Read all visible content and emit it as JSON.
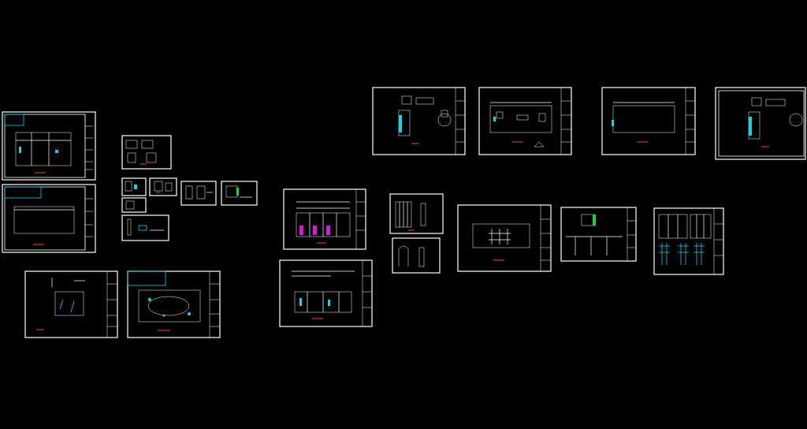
{
  "app": {
    "view": "cad-model-space",
    "background": "#000000"
  },
  "colors": {
    "line": "#ffffff",
    "accent_cyan": "#19d3ea",
    "accent_red": "#ff3b3b",
    "accent_magenta": "#d41cd4",
    "accent_green": "#1fcf3b"
  },
  "sheets": [
    {
      "id": "s1",
      "style": "floorplan",
      "legend": true
    },
    {
      "id": "s2",
      "style": "plan-outline",
      "legend": true
    },
    {
      "id": "s3",
      "style": "detail-small",
      "legend": false
    },
    {
      "id": "s4",
      "style": "detail-small",
      "legend": false
    },
    {
      "id": "s5",
      "style": "detail-small",
      "legend": false
    },
    {
      "id": "s6",
      "style": "detail-small",
      "legend": false
    },
    {
      "id": "s7",
      "style": "detail-small",
      "legend": false
    },
    {
      "id": "s8",
      "style": "detail-small",
      "legend": false
    },
    {
      "id": "s9",
      "style": "detail-small",
      "legend": false
    },
    {
      "id": "s10",
      "style": "elevation-room",
      "legend": false
    },
    {
      "id": "s11",
      "style": "ceiling-plan",
      "legend": true
    },
    {
      "id": "s12",
      "style": "elevation-color",
      "legend": false
    },
    {
      "id": "s13",
      "style": "section-wall",
      "legend": false
    },
    {
      "id": "s14",
      "style": "door-detail",
      "legend": false
    },
    {
      "id": "s15",
      "style": "door-detail",
      "legend": false
    },
    {
      "id": "s16",
      "style": "grid-plan",
      "legend": false
    },
    {
      "id": "s17",
      "style": "elevation-green",
      "legend": false
    },
    {
      "id": "s18",
      "style": "panel-elev",
      "legend": false
    },
    {
      "id": "s19",
      "style": "section-detail",
      "legend": false
    },
    {
      "id": "s20",
      "style": "floorplan-2",
      "legend": false
    },
    {
      "id": "s21",
      "style": "plan-outline-2",
      "legend": false
    },
    {
      "id": "s22",
      "style": "section-detail",
      "legend": false
    }
  ]
}
